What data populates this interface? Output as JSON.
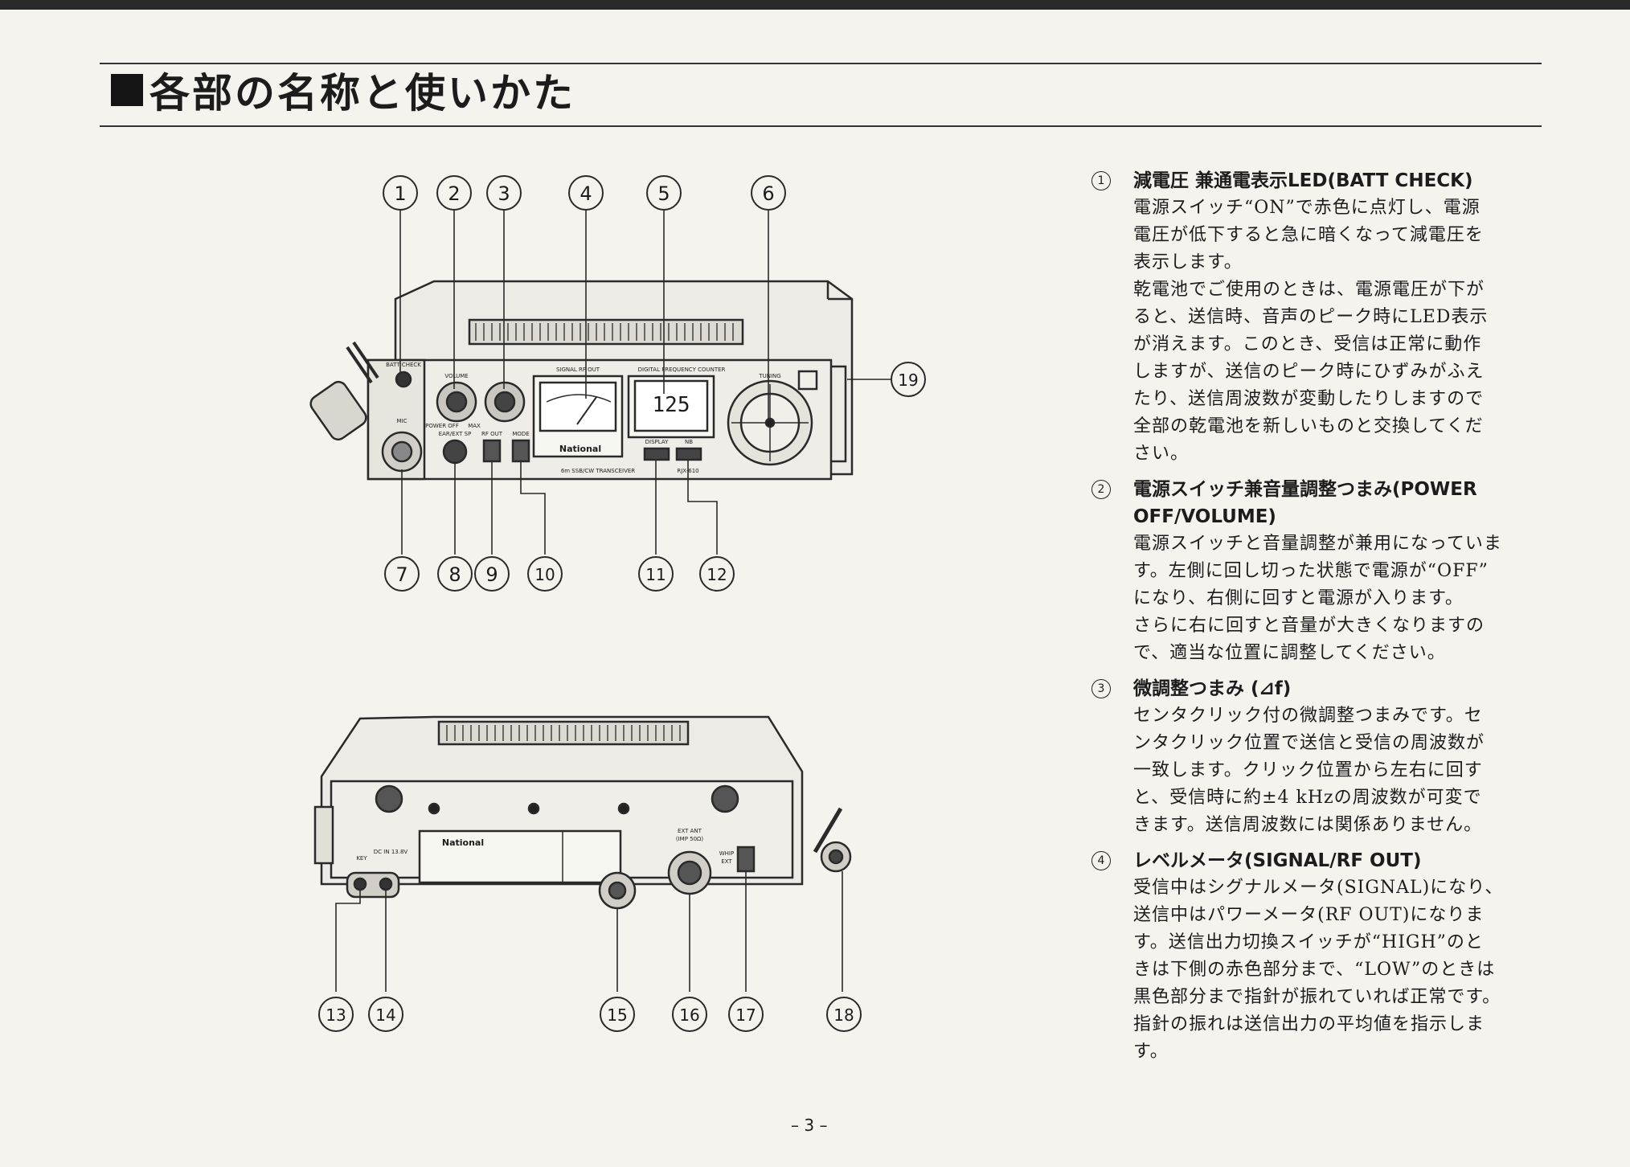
{
  "page": {
    "title": "各部の名称と使いかた",
    "page_number": "– 3 –"
  },
  "front_panel": {
    "callouts": [
      "1",
      "2",
      "3",
      "4",
      "5",
      "6",
      "7",
      "8",
      "9",
      "10",
      "11",
      "12",
      "19"
    ],
    "labels": {
      "batt_check": "BATT CHECK",
      "volume": "VOLUME",
      "power_off": "POWER OFF",
      "max": "MAX",
      "signal_rf_out": "SIGNAL RF OUT",
      "digital_frequency_counter": "DIGITAL FREQUENCY COUNTER",
      "tuning": "TUNING",
      "mic": "MIC",
      "ear_ext_sp": "EAR/EXT SP",
      "rf_out": "RF OUT",
      "mode": "MODE",
      "display": "DISPLAY",
      "nb": "NB",
      "brand": "National",
      "model": "6m SSB/CW TRANSCEIVER",
      "model_code": "RJX-610",
      "display_value": "125"
    }
  },
  "rear_panel": {
    "callouts": [
      "13",
      "14",
      "15",
      "16",
      "17",
      "18"
    ],
    "labels": {
      "key": "KEY",
      "dc_in": "DC IN 13.8V",
      "brand": "National",
      "ext_ant": "EXT ANT",
      "imp": "(IMP 50Ω)",
      "whip": "WHIP",
      "ext": "EXT"
    }
  },
  "items": [
    {
      "num": "1",
      "title": "減電圧 兼通電表示LED(BATT CHECK)",
      "body": "電源スイッチ“ON”で赤色に点灯し、電源\n電圧が低下すると急に暗くなって減電圧を\n表示します。\n乾電池でご使用のときは、電源電圧が下が\nると、送信時、音声のピーク時にLED表示\nが消えます。このとき、受信は正常に動作\nしますが、送信のピーク時にひずみがふえ\nたり、送信周波数が変動したりしますので\n全部の乾電池を新しいものと交換してくだ\nさい。"
    },
    {
      "num": "2",
      "title": "電源スイッチ兼音量調整つまみ(POWER OFF/VOLUME)",
      "body": "電源スイッチと音量調整が兼用になっていま\nす。左側に回し切った状態で電源が“OFF”\nになり、右側に回すと電源が入ります。\nさらに右に回すと音量が大きくなりますの\nで、適当な位置に調整してください。"
    },
    {
      "num": "3",
      "title": "微調整つまみ (⊿f)",
      "body": "センタクリック付の微調整つまみです。セ\nンタクリック位置で送信と受信の周波数が\n一致します。クリック位置から左右に回す\nと、受信時に約±4 kHzの周波数が可変で\nきます。送信周波数には関係ありません。"
    },
    {
      "num": "4",
      "title": "レベルメータ(SIGNAL/RF OUT)",
      "body": "受信中はシグナルメータ(SIGNAL)になり、\n送信中はパワーメータ(RF OUT)になりま\nす。送信出力切換スイッチが“HIGH”のと\nきは下側の赤色部分まで、“LOW”のときは\n黒色部分まで指針が振れていれば正常です。\n指針の振れは送信出力の平均値を指示しま\nす。"
    }
  ]
}
